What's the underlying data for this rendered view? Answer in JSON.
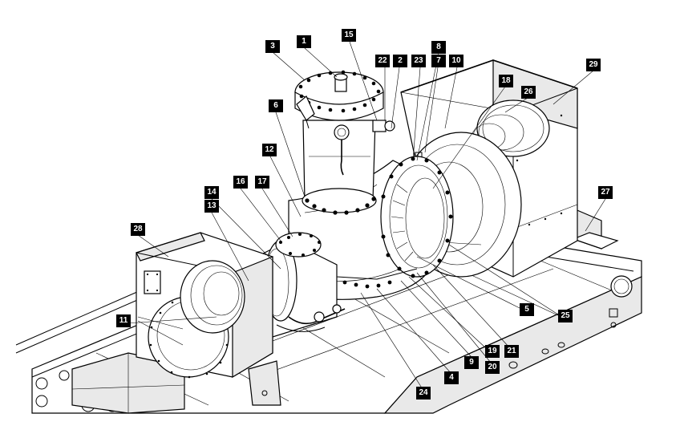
{
  "callouts": [
    {
      "id": "c1",
      "label": "1"
    },
    {
      "id": "c15",
      "label": "15"
    },
    {
      "id": "c3",
      "label": "3"
    },
    {
      "id": "c8",
      "label": "8"
    },
    {
      "id": "c22",
      "label": "22"
    },
    {
      "id": "c2",
      "label": "2"
    },
    {
      "id": "c23",
      "label": "23"
    },
    {
      "id": "c7",
      "label": "7"
    },
    {
      "id": "c10",
      "label": "10"
    },
    {
      "id": "c29",
      "label": "29"
    },
    {
      "id": "c18",
      "label": "18"
    },
    {
      "id": "c26",
      "label": "26"
    },
    {
      "id": "c6",
      "label": "6"
    },
    {
      "id": "c12",
      "label": "12"
    },
    {
      "id": "c16",
      "label": "16"
    },
    {
      "id": "c17",
      "label": "17"
    },
    {
      "id": "c14",
      "label": "14"
    },
    {
      "id": "c13",
      "label": "13"
    },
    {
      "id": "c27",
      "label": "27"
    },
    {
      "id": "c28",
      "label": "28"
    },
    {
      "id": "c11",
      "label": "11"
    },
    {
      "id": "c5",
      "label": "5"
    },
    {
      "id": "c25",
      "label": "25"
    },
    {
      "id": "c9",
      "label": "9"
    },
    {
      "id": "c19",
      "label": "19"
    },
    {
      "id": "c21",
      "label": "21"
    },
    {
      "id": "c20",
      "label": "20"
    },
    {
      "id": "c4",
      "label": "4"
    },
    {
      "id": "c24",
      "label": "24"
    }
  ]
}
